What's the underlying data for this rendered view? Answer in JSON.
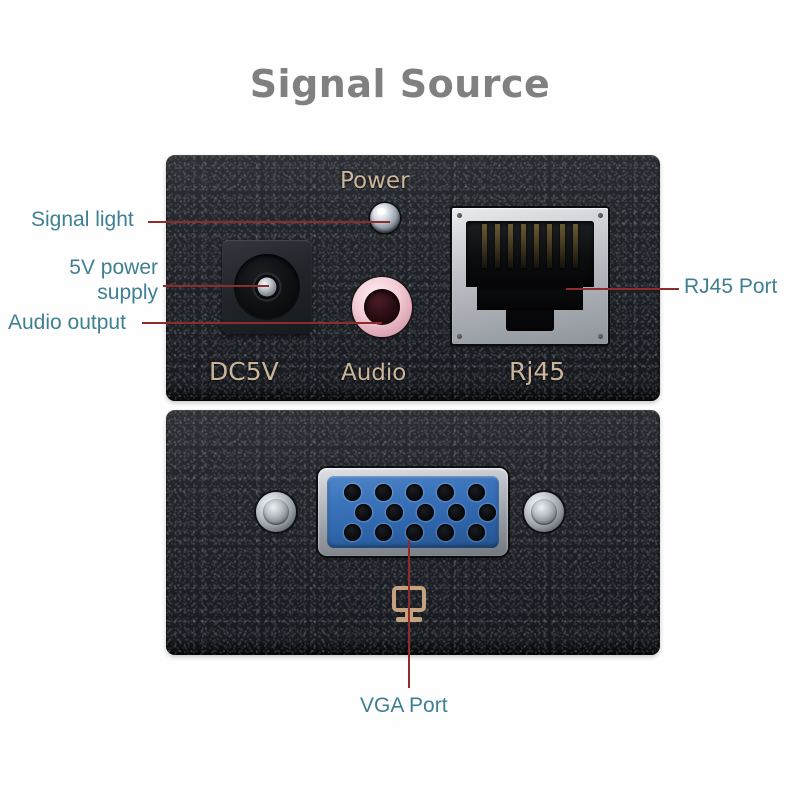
{
  "page": {
    "title": "Signal Source",
    "background_color": "#ffffff",
    "title_color": "#808080"
  },
  "colors": {
    "callout_text": "#3f7f94",
    "leader_line": "#8e2b2b",
    "silkscreen": "#d8c0a4",
    "panel_black": "#23262b",
    "vga_blue": "#3c74bb",
    "rj45_shield_silver": "#c9ccd1",
    "audio_jack_pink": "#f3ccd6"
  },
  "device": {
    "top_panel": {
      "name": "signal-source-io-panel",
      "silkscreen_labels": {
        "power": "Power",
        "dc": "DC5V",
        "audio": "Audio",
        "rj45": "Rj45"
      },
      "ports": [
        {
          "id": "dc-jack",
          "label": "DC5V",
          "type": "dc-barrel-jack"
        },
        {
          "id": "power-led",
          "label": "Power",
          "type": "indicator-led"
        },
        {
          "id": "audio-jack",
          "label": "Audio",
          "type": "3.5mm-audio-jack"
        },
        {
          "id": "rj45-jack",
          "label": "Rj45",
          "type": "rj45-ethernet-jack",
          "pin_count": 8
        }
      ]
    },
    "bottom_panel": {
      "name": "signal-source-vga-panel",
      "ports": [
        {
          "id": "vga-port",
          "type": "de-15-vga-female",
          "pin_count": 15,
          "rows": [
            5,
            5,
            5
          ]
        }
      ],
      "icon": "monitor-icon",
      "screws": 2
    }
  },
  "callouts": [
    {
      "id": "signal-light",
      "text": "Signal light",
      "side": "left"
    },
    {
      "id": "power-supply",
      "text": "5V power supply",
      "side": "left"
    },
    {
      "id": "audio-output",
      "text": "Audio output",
      "side": "left"
    },
    {
      "id": "rj45-port",
      "text": "RJ45 Port",
      "side": "right"
    },
    {
      "id": "vga-port",
      "text": "VGA Port",
      "side": "bottom"
    }
  ]
}
